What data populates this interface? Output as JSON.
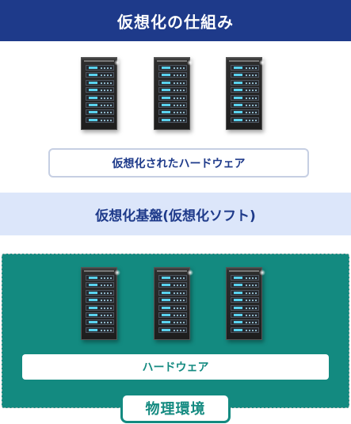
{
  "title": "仮想化の仕組み",
  "virtual_layer": {
    "hardware_label": "仮想化されたハードウェア",
    "server_icon": "server-rack-icon"
  },
  "virtualization_base_label": "仮想化基盤(仮想化ソフト)",
  "physical_environment": {
    "hardware_label": "ハードウェア",
    "environment_label": "物理環境",
    "server_icon": "server-rack-icon"
  },
  "colors": {
    "title_bg": "#1e3a8a",
    "base_band_bg": "#dce6fa",
    "physical_bg": "#138a80",
    "server_led": "#5ad2ee"
  }
}
